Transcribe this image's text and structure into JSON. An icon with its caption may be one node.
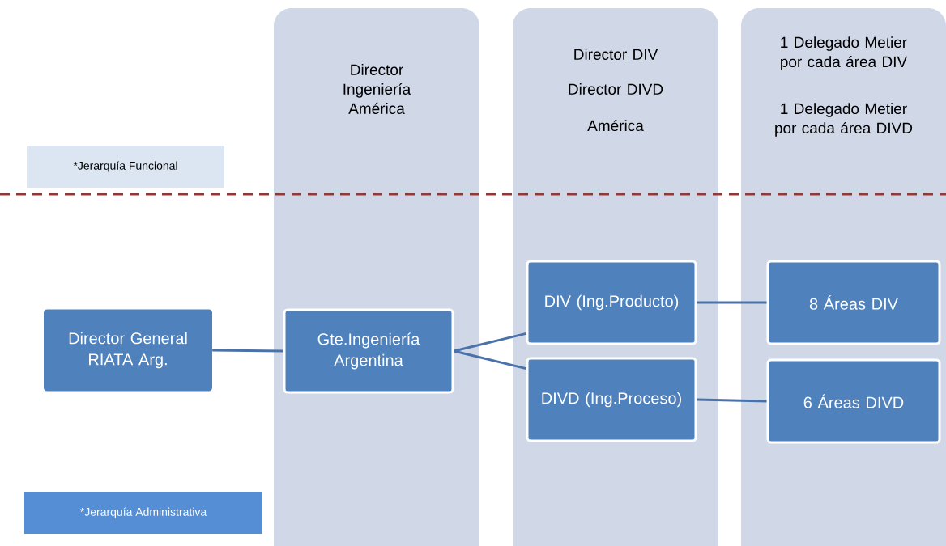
{
  "diagram": {
    "nodes": [
      {
        "text": [
          "Director Ingeniería América"
        ]
      },
      {
        "text": [
          "Director DIV",
          "Director DIVD",
          "América"
        ]
      },
      {
        "text": [
          "1 Delegado Metier por cada área DIV",
          "1 Delegado Metier por cada área DIVD"
        ]
      },
      {
        "text": [
          "*Jerarquía Funcional"
        ]
      },
      {
        "text": [
          "Director General RIATA Arg."
        ]
      },
      {
        "text": [
          "Gte.Ingeniería Argentina"
        ],
        "in": 0
      },
      {
        "text": [
          "DIV (Ing.Producto)"
        ],
        "in": 1
      },
      {
        "text": [
          "DIVD (Ing.Proceso)"
        ],
        "in": 1
      },
      {
        "text": [
          "8 Áreas DIV"
        ],
        "in": 2
      },
      {
        "text": [
          "6 Áreas DIVD"
        ],
        "in": 2
      },
      {
        "text": [
          "*Jerarquía Administrativa"
        ]
      }
    ],
    "edges": [
      {
        "from": 4,
        "to": 5,
        "arrow": "none"
      },
      {
        "from": 5,
        "to": 6,
        "arrow": "none"
      },
      {
        "from": 5,
        "to": 7,
        "arrow": "none"
      },
      {
        "from": 6,
        "to": 8,
        "arrow": "none"
      },
      {
        "from": 7,
        "to": 9,
        "arrow": "none"
      }
    ]
  }
}
